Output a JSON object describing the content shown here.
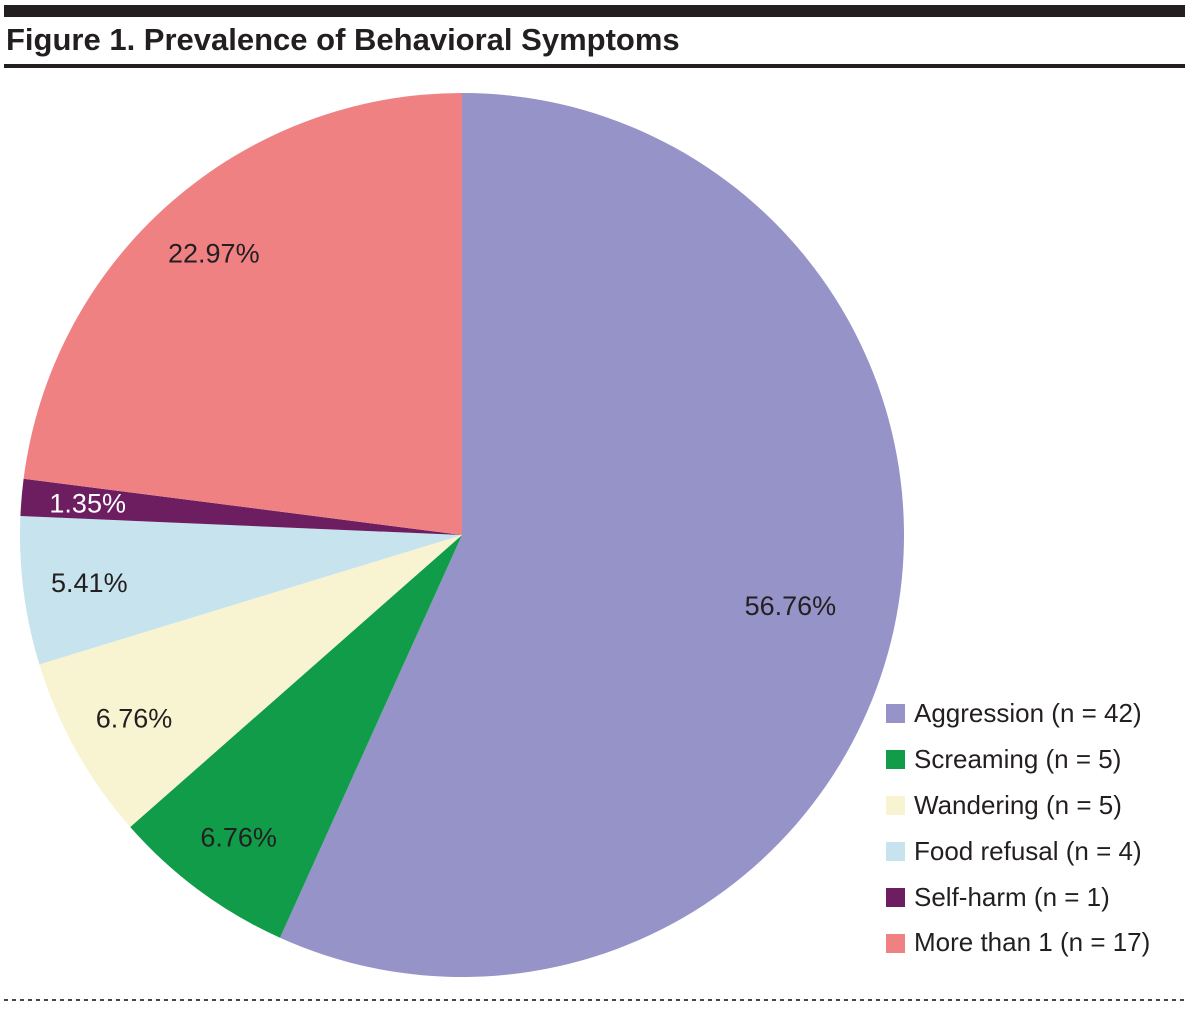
{
  "chart_data": {
    "type": "pie",
    "title": "Figure 1. Prevalence of Behavioral Symptoms",
    "direction": "clockwise",
    "start_angle": "12-oclock",
    "legend_position": "bottom-right",
    "text_color": "#231f20",
    "slices": [
      {
        "label": "Aggression",
        "n": 42,
        "value": 56.76,
        "percent_label": "56.76%",
        "color": "#9593c8",
        "label_color": "#231f20",
        "legend_label": "Aggression (n = 42)"
      },
      {
        "label": "Screaming",
        "n": 5,
        "value": 6.76,
        "percent_label": "6.76%",
        "color": "#109c49",
        "label_color": "#231f20",
        "legend_label": "Screaming (n = 5)"
      },
      {
        "label": "Wandering",
        "n": 5,
        "value": 6.76,
        "percent_label": "6.76%",
        "color": "#f8f4d1",
        "label_color": "#231f20",
        "legend_label": "Wandering (n = 5)"
      },
      {
        "label": "Food refusal",
        "n": 4,
        "value": 5.41,
        "percent_label": "5.41%",
        "color": "#c6e3ee",
        "label_color": "#231f20",
        "legend_label": "Food refusal (n = 4)"
      },
      {
        "label": "Self-harm",
        "n": 1,
        "value": 1.35,
        "percent_label": "1.35%",
        "color": "#6d1e60",
        "label_color": "#ffffff",
        "legend_label": "Self-harm (n = 1)"
      },
      {
        "label": "More than 1",
        "n": 17,
        "value": 22.97,
        "percent_label": "22.97%",
        "color": "#ef8183",
        "label_color": "#231f20",
        "legend_label": "More than 1 (n = 17)"
      }
    ]
  }
}
